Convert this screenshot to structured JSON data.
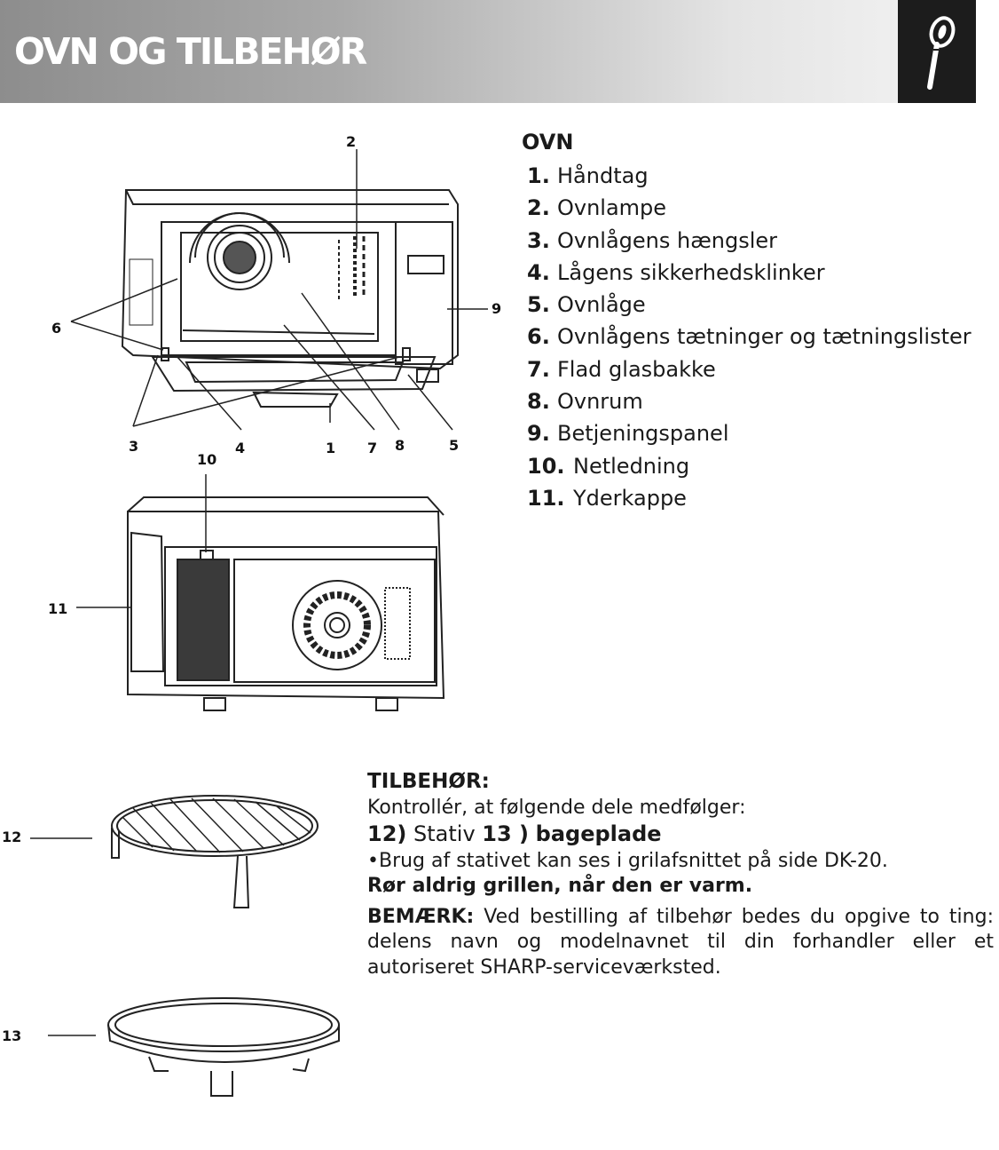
{
  "header": {
    "title": "OVN OG TILBEHØR",
    "icon": "reference-book-icon"
  },
  "diagram_front": {
    "callouts": [
      "2",
      "6",
      "9",
      "3",
      "4",
      "1",
      "7",
      "8",
      "5"
    ]
  },
  "diagram_back": {
    "callouts": [
      "10",
      "11"
    ]
  },
  "oven": {
    "title": "OVN",
    "items": [
      {
        "num": "1.",
        "label": "Håndtag"
      },
      {
        "num": "2.",
        "label": "Ovnlampe"
      },
      {
        "num": "3.",
        "label": "Ovnlågens hængsler"
      },
      {
        "num": "4.",
        "label": "Lågens sikkerhedsklinker"
      },
      {
        "num": "5.",
        "label": "Ovnlåge"
      },
      {
        "num": "6.",
        "label": "Ovnlågens tætninger og tætningslister"
      },
      {
        "num": "7.",
        "label": "Flad glasbakke"
      },
      {
        "num": "8.",
        "label": "Ovnrum"
      },
      {
        "num": "9.",
        "label": "Betjeningspanel"
      },
      {
        "num": "10.",
        "label": "Netledning"
      },
      {
        "num": "11.",
        "label": "Yderkappe"
      }
    ]
  },
  "accessories": {
    "title": "TILBEHØR:",
    "intro": "Kontrollér, at følgende dele medfølger:",
    "item12_num": "12)",
    "item12_label": "Stativ",
    "item13_num": "13 )",
    "item13_label": "bageplade",
    "usage": "•Brug af stativet kan ses i grilafsnittet på side DK-20.",
    "warning": "Rør aldrig grillen, når den er varm.",
    "note_label": "BEMÆRK:",
    "note_text": "Ved bestilling af tilbehør bedes du opgive to ting: delens navn og modelnavnet til din forhandler eller et autoriseret SHARP-serviceværksted.",
    "callouts": [
      "12",
      "13"
    ]
  }
}
